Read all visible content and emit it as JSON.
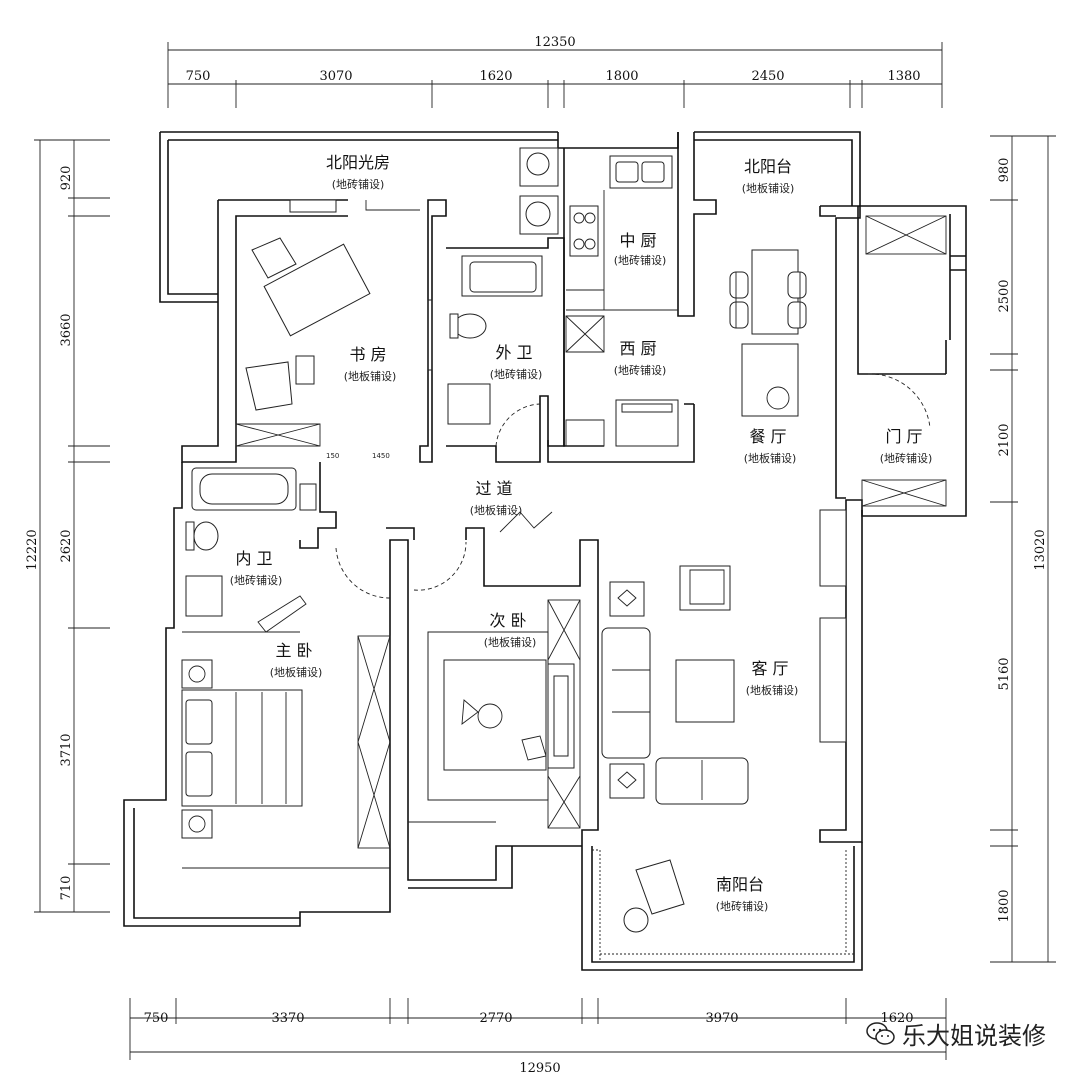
{
  "rooms": {
    "north_sunroom": {
      "name": "北阳光房",
      "floor": "(地砖铺设)"
    },
    "north_balcony": {
      "name": "北阳台",
      "floor": "(地板铺设)"
    },
    "middle_kitchen": {
      "name": "中 厨",
      "floor": "(地砖铺设)"
    },
    "study": {
      "name": "书 房",
      "floor": "(地板铺设)"
    },
    "guest_bath": {
      "name": "外 卫",
      "floor": "(地砖铺设)"
    },
    "west_kitchen": {
      "name": "西 厨",
      "floor": "(地砖铺设)"
    },
    "dining": {
      "name": "餐 厅",
      "floor": "(地板铺设)"
    },
    "foyer": {
      "name": "门 厅",
      "floor": "(地砖铺设)"
    },
    "corridor": {
      "name": "过 道",
      "floor": "(地板铺设)"
    },
    "ensuite": {
      "name": "内 卫",
      "floor": "(地砖铺设)"
    },
    "second_bedroom": {
      "name": "次 卧",
      "floor": "(地板铺设)"
    },
    "master_bedroom": {
      "name": "主 卧",
      "floor": "(地板铺设)"
    },
    "living": {
      "name": "客 厅",
      "floor": "(地板铺设)"
    },
    "south_balcony": {
      "name": "南阳台",
      "floor": "(地砖铺设)"
    }
  },
  "dimensions": {
    "top_total": "12350",
    "top": [
      "750",
      "3070",
      "1620",
      "1800",
      "2450",
      "1380"
    ],
    "bottom_total": "12950",
    "bottom": [
      "750",
      "3370",
      "2770",
      "3970",
      "1620"
    ],
    "left_total": "12220",
    "left": [
      "920",
      "3660",
      "2620",
      "3710",
      "710"
    ],
    "right_total": "13020",
    "right": [
      "980",
      "2500",
      "2100",
      "5160",
      "1800"
    ]
  },
  "small_marks": {
    "m1": "150",
    "m2": "1450"
  },
  "watermark": {
    "text": "乐大姐说装修",
    "icon": "wechat-icon"
  }
}
